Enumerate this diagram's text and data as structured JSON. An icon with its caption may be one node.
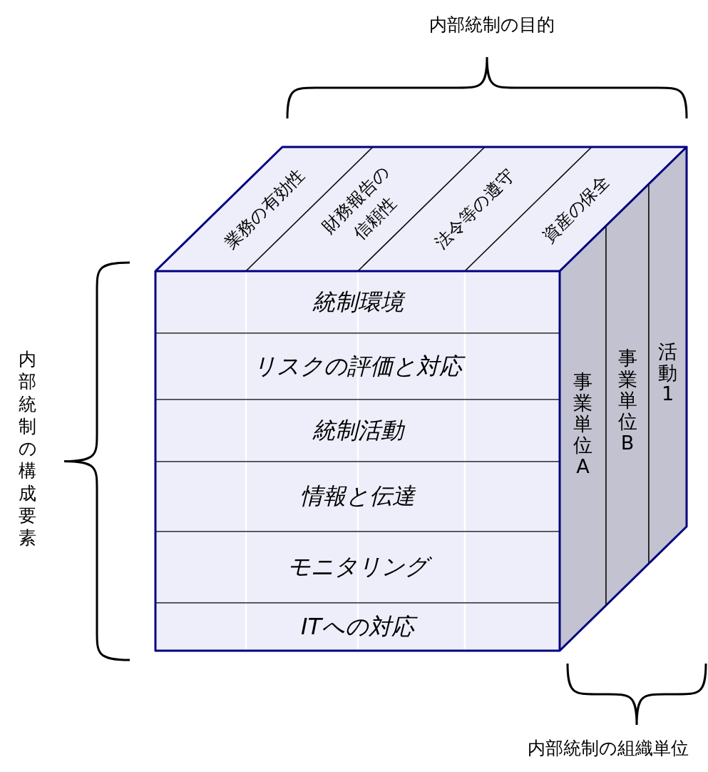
{
  "diagram": {
    "nodes": [
      {
        "text": [
          "統制環境"
        ]
      },
      {
        "text": [
          "リスクの評価と対応"
        ]
      },
      {
        "text": [
          "統制活動"
        ]
      },
      {
        "text": [
          "情報と伝達"
        ]
      },
      {
        "text": [
          "モニタリング"
        ]
      },
      {
        "text": [
          "ITへの対応"
        ]
      },
      {
        "text": [
          "業務の有効性"
        ]
      },
      {
        "text": [
          "財務報告の信頼性"
        ]
      },
      {
        "text": [
          "法令等の遵守"
        ]
      },
      {
        "text": [
          "資産の保全"
        ]
      },
      {
        "text": [
          "事業単位A"
        ]
      },
      {
        "text": [
          "事業単位B"
        ]
      },
      {
        "text": [
          "活動1"
        ]
      }
    ],
    "labels": [
      "内部統制の目的",
      "内部統制の構成要素",
      "内部統制の組織単位"
    ]
  }
}
